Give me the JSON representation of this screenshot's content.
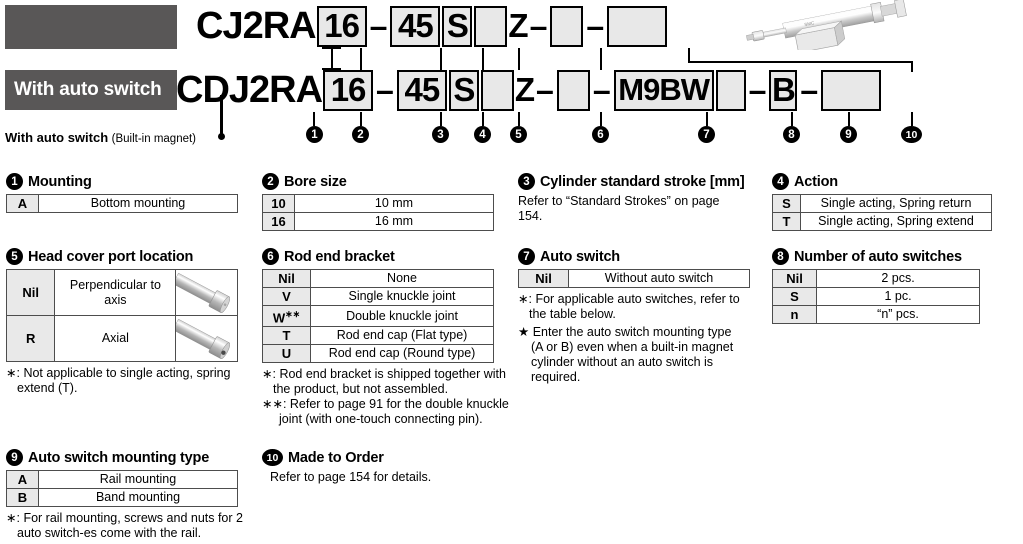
{
  "header": {
    "bar_top_label": "",
    "bar_bottom_label": "With auto switch",
    "magnet_note_bold": "With auto switch",
    "magnet_note_rest": "(Built-in magnet)",
    "row1": {
      "prefix": "CJ2RA",
      "bore": "16",
      "dash1": "–",
      "stroke": "45",
      "action": "S",
      "port": "",
      "z": "Z",
      "dash2": "–",
      "bracket": "",
      "dash3": "–",
      "made_to_order": ""
    },
    "row2": {
      "prefix": "CDJ2RA",
      "bore": "16",
      "dash1": "–",
      "stroke": "45",
      "action": "S",
      "port": "",
      "z": "Z",
      "dash2": "–",
      "bracket": "",
      "dash3": "–",
      "auto_switch": "M9BW",
      "number": "",
      "dash4": "–",
      "mounting_type": "B",
      "dash5": "–",
      "made_to_order": ""
    },
    "callouts": [
      "1",
      "2",
      "3",
      "4",
      "5",
      "6",
      "7",
      "8",
      "9",
      "10"
    ]
  },
  "sections": [
    {
      "num": "1",
      "title": "Mounting",
      "rows": [
        {
          "key": "A",
          "value": "Bottom mounting"
        }
      ]
    },
    {
      "num": "2",
      "title": "Bore size",
      "rows": [
        {
          "key": "10",
          "value": "10 mm"
        },
        {
          "key": "16",
          "value": "16 mm"
        }
      ]
    },
    {
      "num": "3",
      "title": "Cylinder standard stroke [mm]",
      "text": "Refer to “Standard Strokes” on page 154."
    },
    {
      "num": "4",
      "title": "Action",
      "rows": [
        {
          "key": "S",
          "value": "Single acting, Spring return"
        },
        {
          "key": "T",
          "value": "Single acting, Spring extend"
        }
      ]
    },
    {
      "num": "5",
      "title": "Head cover port location",
      "rows": [
        {
          "key": "Nil",
          "value": "Perpendicular to axis",
          "image": "rod-perpendicular-icon"
        },
        {
          "key": "R",
          "value": "Axial",
          "image": "rod-axial-icon"
        }
      ],
      "footnotes": [
        {
          "mark": "∗:",
          "text": "Not applicable to single acting, spring extend (T)."
        }
      ]
    },
    {
      "num": "6",
      "title": "Rod end bracket",
      "rows": [
        {
          "key": "Nil",
          "value": "None"
        },
        {
          "key": "V",
          "value": "Single knuckle joint"
        },
        {
          "key": "W",
          "key_sup": "∗∗",
          "value": "Double knuckle joint"
        },
        {
          "key": "T",
          "value": "Rod end cap (Flat type)"
        },
        {
          "key": "U",
          "value": "Rod end cap (Round type)"
        }
      ],
      "footnotes": [
        {
          "mark": "∗:",
          "text": "Rod end bracket is shipped together with the product, but not assembled."
        },
        {
          "mark": "∗∗:",
          "text": "Refer to page 91 for the double knuckle joint (with one-touch connecting pin)."
        }
      ]
    },
    {
      "num": "7",
      "title": "Auto switch",
      "rows": [
        {
          "key": "Nil",
          "value": "Without auto switch"
        }
      ],
      "footnotes": [
        {
          "mark": "∗:",
          "text": "For applicable auto switches, refer to the table below."
        },
        {
          "mark": "★",
          "text": "Enter the auto switch mounting type (A or B) even when a built-in magnet cylinder without an auto switch is required."
        }
      ]
    },
    {
      "num": "8",
      "title": "Number of auto switches",
      "rows": [
        {
          "key": "Nil",
          "value": "2 pcs."
        },
        {
          "key": "S",
          "value": "1 pc."
        },
        {
          "key": "n",
          "value": "“n” pcs."
        }
      ]
    },
    {
      "num": "9",
      "title": "Auto switch mounting type",
      "rows": [
        {
          "key": "A",
          "value": "Rail mounting"
        },
        {
          "key": "B",
          "value": "Band mounting"
        }
      ],
      "footnotes": [
        {
          "mark": "∗:",
          "text": "For rail mounting, screws and nuts for 2 auto switch-es come with the rail."
        }
      ]
    },
    {
      "num": "10",
      "title": "Made to Order",
      "text": "Refer to page 154 for details."
    }
  ],
  "colors": {
    "bar_gray": "#595757",
    "box_fill": "#e8e8e8",
    "key_fill": "#e9e9e9",
    "border": "#000000"
  }
}
